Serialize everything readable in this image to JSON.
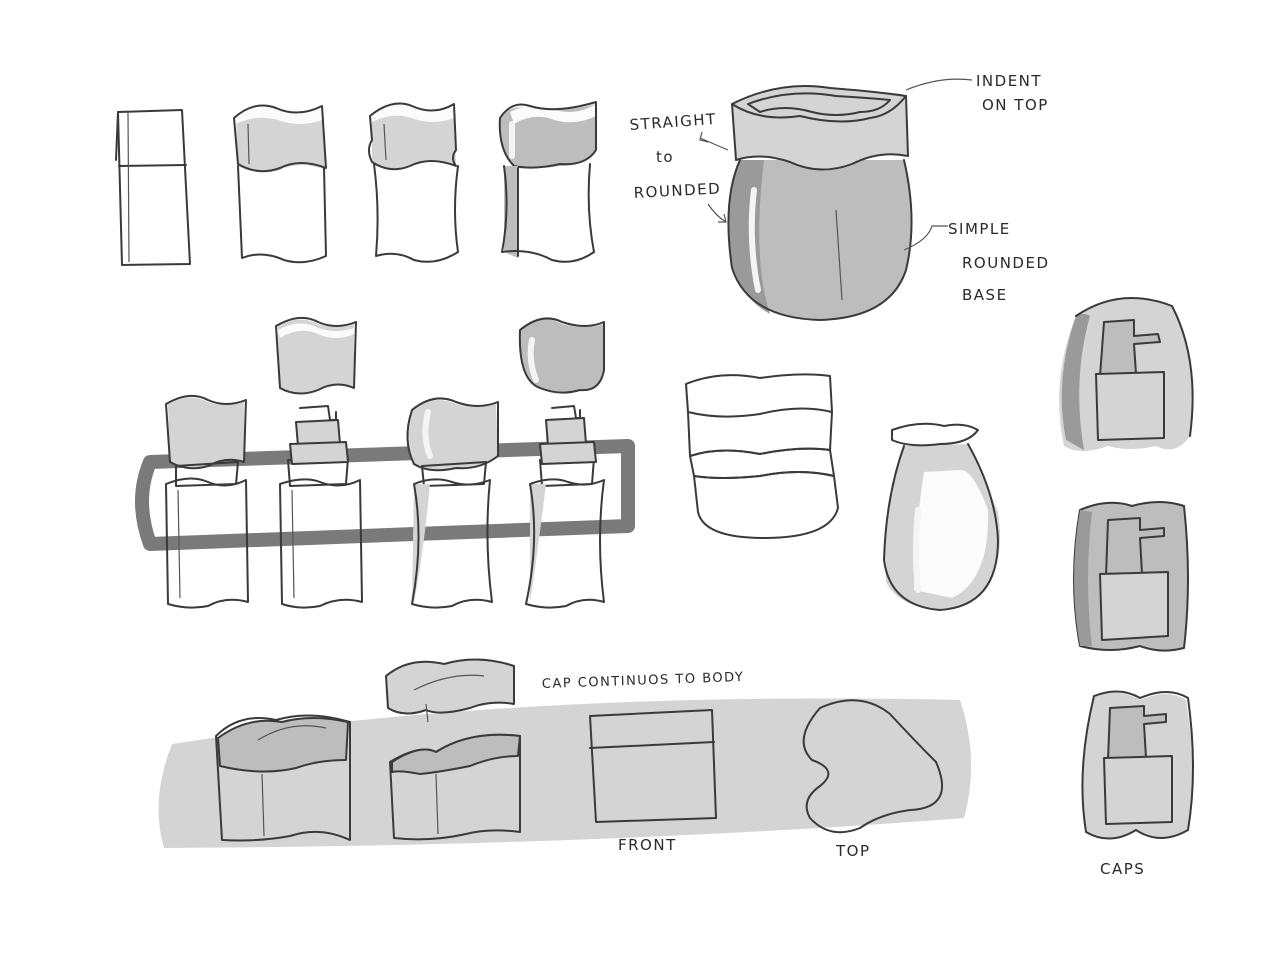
{
  "annotations": {
    "indent_line1": "INDENT",
    "indent_line2": "ON TOP",
    "straight_line1": "STRAIGHT",
    "straight_line2": "to",
    "straight_line3": "ROUNDED",
    "simple_line1": "SIMPLE",
    "simple_line2": "ROUNDED",
    "simple_line3": "BASE",
    "cap_continuous": "CAP CONTINUOS TO BODY",
    "front": "FRONT",
    "top": "TOP",
    "caps": "CAPS"
  },
  "colors": {
    "ink": "#3a3a3a",
    "light_gray": "#d4d4d4",
    "mid_gray": "#bdbdbd",
    "dark_gray": "#9a9a9a"
  }
}
